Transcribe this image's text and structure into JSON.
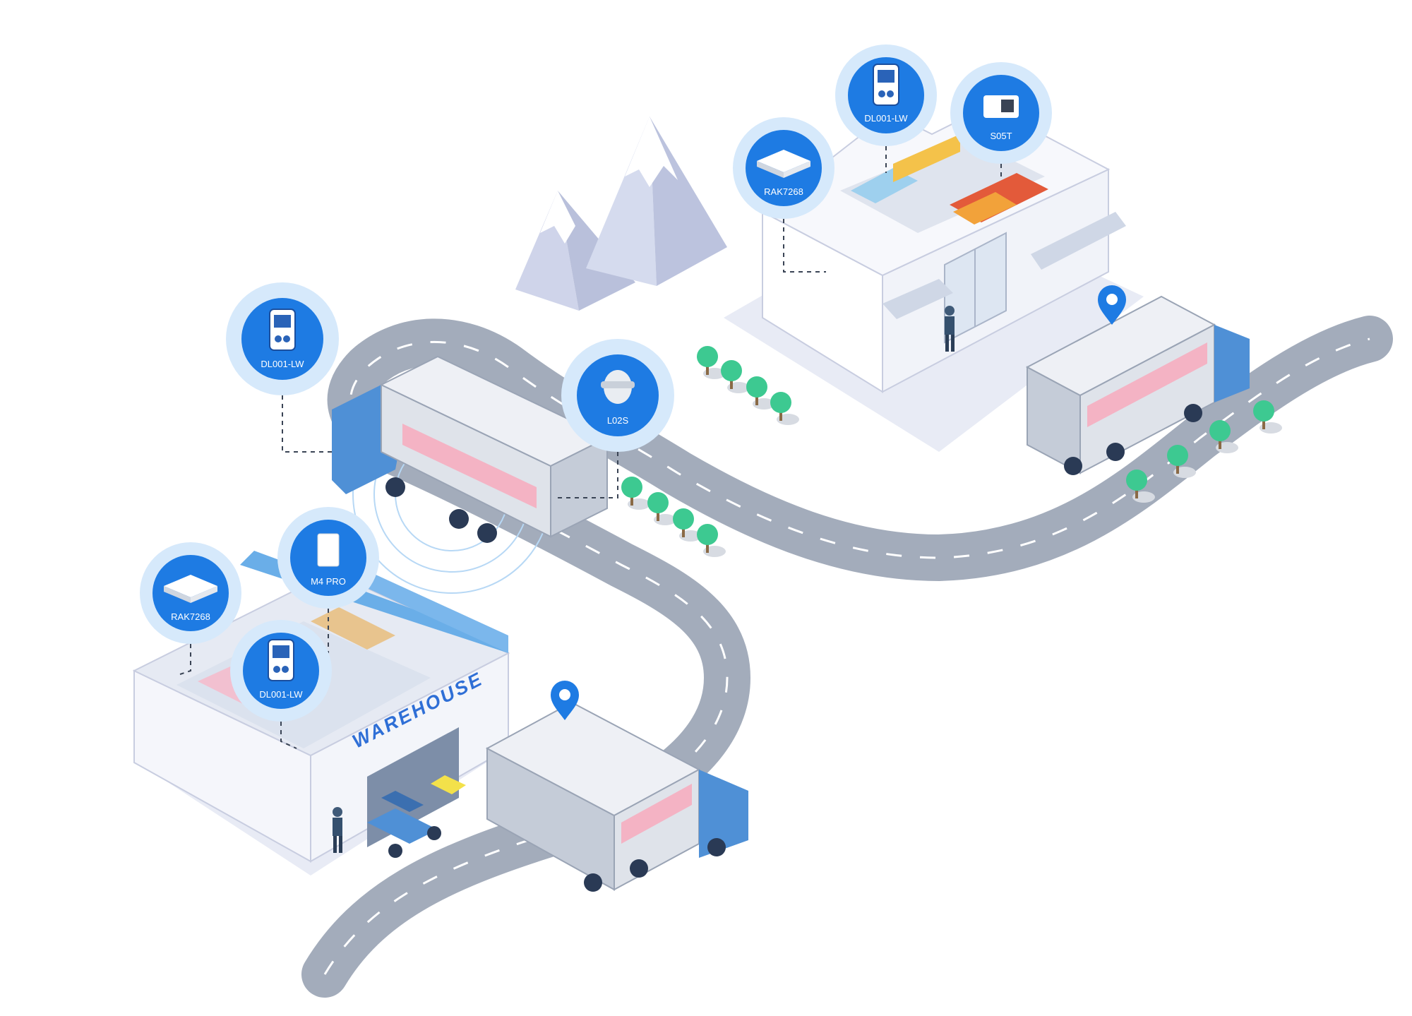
{
  "warehouse": {
    "sign": "WAREHOUSE"
  },
  "devices": {
    "truck_logger": {
      "label": "DL001-LW",
      "icon": "data-logger-icon"
    },
    "truck_tracker": {
      "label": "L02S",
      "icon": "tracker-icon"
    },
    "warehouse_gateway": {
      "label": "RAK7268",
      "icon": "gateway-icon"
    },
    "warehouse_m4pro": {
      "label": "M4 PRO",
      "icon": "m4-pro-icon"
    },
    "warehouse_logger": {
      "label": "DL001-LW",
      "icon": "data-logger-icon"
    },
    "store_gateway": {
      "label": "RAK7268",
      "icon": "gateway-icon"
    },
    "store_logger": {
      "label": "DL001-LW",
      "icon": "data-logger-icon"
    },
    "store_sensor": {
      "label": "S05T",
      "icon": "temperature-sensor-icon"
    }
  },
  "colors": {
    "accent": "#1e7be3",
    "halo": "#d6e9fb",
    "road": "#a3acbb",
    "truck_cab": "#4f90d6",
    "tree": "#3dc991",
    "roof": "#6aaee8"
  }
}
